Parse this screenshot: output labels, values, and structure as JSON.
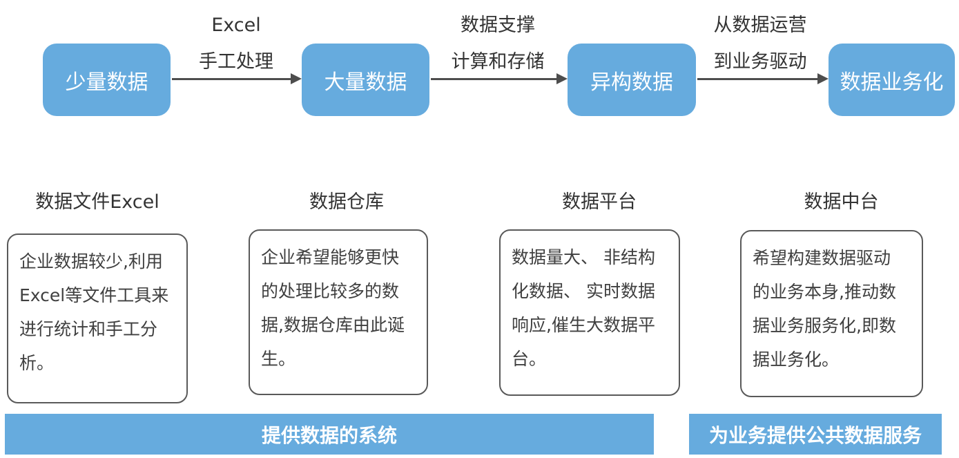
{
  "flow": {
    "nodes": [
      {
        "label": "少量数据"
      },
      {
        "label": "大量数据"
      },
      {
        "label": "异构数据"
      },
      {
        "label": "数据业务化"
      }
    ],
    "arrows": [
      {
        "line1": "Excel",
        "line2": "手工处理"
      },
      {
        "line1": "数据支撑",
        "line2": "计算和存储"
      },
      {
        "line1": "从数据运营",
        "line2": "到业务驱动"
      }
    ]
  },
  "stages": [
    {
      "title": "数据文件Excel",
      "description": "企业数据较少,利用\nExcel等文件工具来\n进行统计和手工分\n析。"
    },
    {
      "title": "数据仓库",
      "description": "企业希望能够更快\n的处理比较多的数\n据,数据仓库由此诞\n生。"
    },
    {
      "title": "数据平台",
      "description": "数据量大、 非结构\n化数据、 实时数据\n响应,催生大数据平\n台。"
    },
    {
      "title": "数据中台",
      "description": "希望构建数据驱动\n的业务本身,推动数\n据业务服务化,即数\n据业务化。"
    }
  ],
  "footer": {
    "left_band": "提供数据的系统",
    "right_band": "为业务提供公共数据服务"
  },
  "colors": {
    "accent_blue": "#66ABDE",
    "arrow_gray": "#4D4D4D",
    "card_border_gray": "#595959",
    "text_dark": "#3F3F3F",
    "node_text": "#FFFFFF"
  }
}
